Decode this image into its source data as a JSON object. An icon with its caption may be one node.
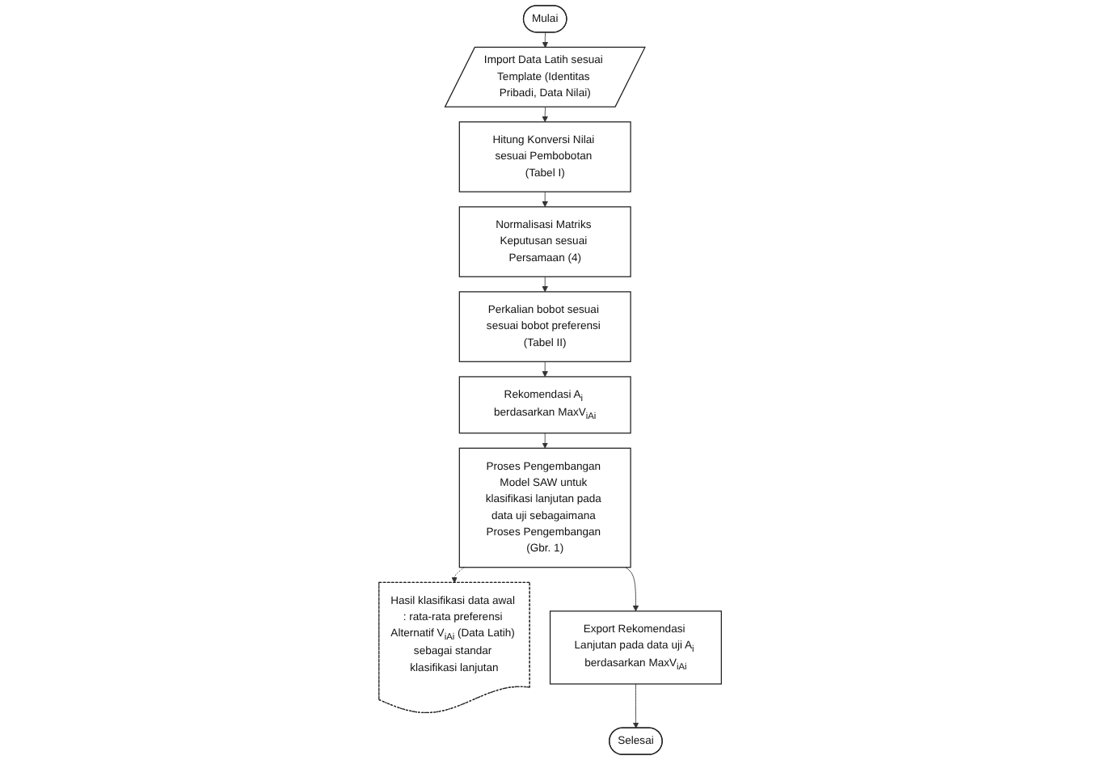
{
  "diagram": {
    "nodes": [
      {
        "text": [
          "Mulai"
        ]
      },
      {
        "text": [
          "Import Data Latih sesuai Template (Identitas Pribadi, Data Nilai)"
        ]
      },
      {
        "text": [
          "Hitung Konversi Nilai sesuai Pembobotan (Tabel I)"
        ]
      },
      {
        "text": [
          "Normalisasi Matriks Keputusan sesuai Persamaan (4)"
        ]
      },
      {
        "text": [
          "Perkalian bobot sesuai sesuai bobot preferensi (Tabel II)"
        ]
      },
      {
        "text": [
          "Rekomendasi A$_{i}$ berdasarkan MaxV$_{iAi}$"
        ]
      },
      {
        "text": [
          "Proses Pengembangan Model SAW untuk klasifikasi lanjutan pada data uji sebagaimana Proses Pengembangan (Gbr. 1)"
        ]
      },
      {
        "text": [
          "Hasil klasifikasi data awal : rata-rata preferensi Alternatif V$_{iAi}$ (Data Latih) sebagai standar klasifikasi lanjutan"
        ]
      },
      {
        "text": [
          "Export Rekomendasi Lanjutan pada data uji A$_{i}$ berdasarkan MaxV$_{iAi}$"
        ]
      },
      {
        "text": [
          "Selesai"
        ]
      }
    ],
    "edges": [
      {
        "from": 0,
        "to": 1,
        "arrow": "to"
      },
      {
        "from": 1,
        "to": 2,
        "arrow": "to"
      },
      {
        "from": 2,
        "to": 3,
        "arrow": "to"
      },
      {
        "from": 3,
        "to": 4,
        "arrow": "to"
      },
      {
        "from": 4,
        "to": 5,
        "arrow": "to"
      },
      {
        "from": 5,
        "to": 6,
        "arrow": "to"
      },
      {
        "from": 6,
        "to": 7,
        "arrow": "to",
        "style": "dashed"
      },
      {
        "from": 6,
        "to": 8,
        "arrow": "to"
      },
      {
        "from": 8,
        "to": 9,
        "arrow": "to"
      }
    ]
  }
}
